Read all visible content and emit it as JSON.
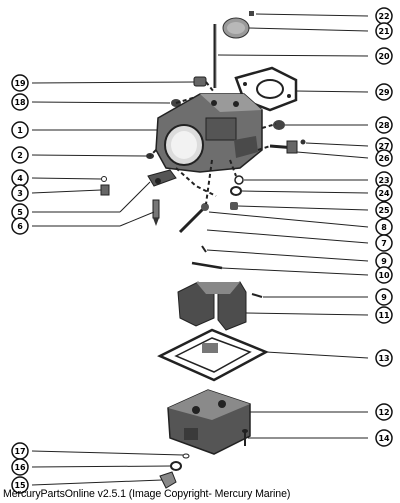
{
  "diagram": {
    "callouts_right": [
      "22",
      "21",
      "20",
      "29",
      "28",
      "27",
      "26",
      "23",
      "24",
      "25",
      "8",
      "7",
      "9",
      "10",
      "9",
      "11",
      "13",
      "12",
      "14"
    ],
    "callouts_left": [
      "19",
      "18",
      "1",
      "2",
      "4",
      "3",
      "5",
      "6",
      "17",
      "16",
      "15"
    ]
  },
  "footer": {
    "caption": "MercuryPartsOnline v2.5.1 (Image Copyright- Mercury Marine)"
  }
}
